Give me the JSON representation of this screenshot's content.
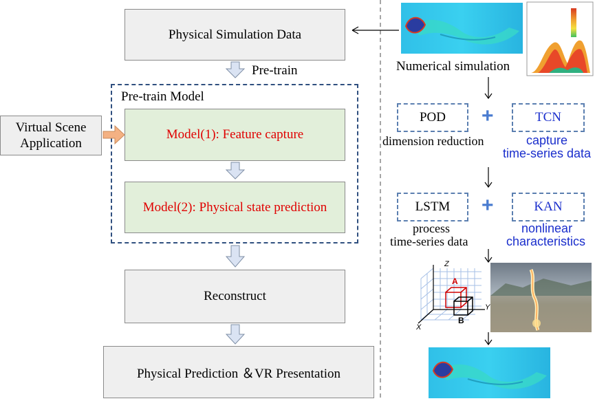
{
  "left": {
    "physical_data": "Physical Simulation Data",
    "pretrain_label": "Pre-train",
    "pretrain_model_title": "Pre-train Model",
    "model1": "Model(1): Feature capture",
    "model2": "Model(2): Physical state prediction",
    "virtual_scene_line1": "Virtual Scene",
    "virtual_scene_line2": "Application",
    "reconstruct": "Reconstruct",
    "prediction": "Physical Prediction ＆VR Presentation"
  },
  "right": {
    "numerical_simulation": "Numerical simulation",
    "pod": "POD",
    "pod_caption": "dimension reduction",
    "tcn": "TCN",
    "tcn_caption_1": "capture",
    "tcn_caption_2": "time-series data",
    "lstm": "LSTM",
    "lstm_caption_1": "process",
    "lstm_caption_2": "time-series data",
    "kan": "KAN",
    "kan_caption_1": "nonlinear",
    "kan_caption_2": "characteristics",
    "plus": "+",
    "axis_z": "Z",
    "axis_y": "Y",
    "axis_x": "X",
    "box_a": "A",
    "box_b": "B"
  },
  "colors": {
    "green_box": "#e2efda",
    "gray_box": "#efefef",
    "red_text": "#e00000",
    "blue_text": "#1a2ecc",
    "dash_border": "#5b7fb0",
    "arrow_fill": "#dae3f3",
    "orange_arrow": "#f4b183"
  }
}
